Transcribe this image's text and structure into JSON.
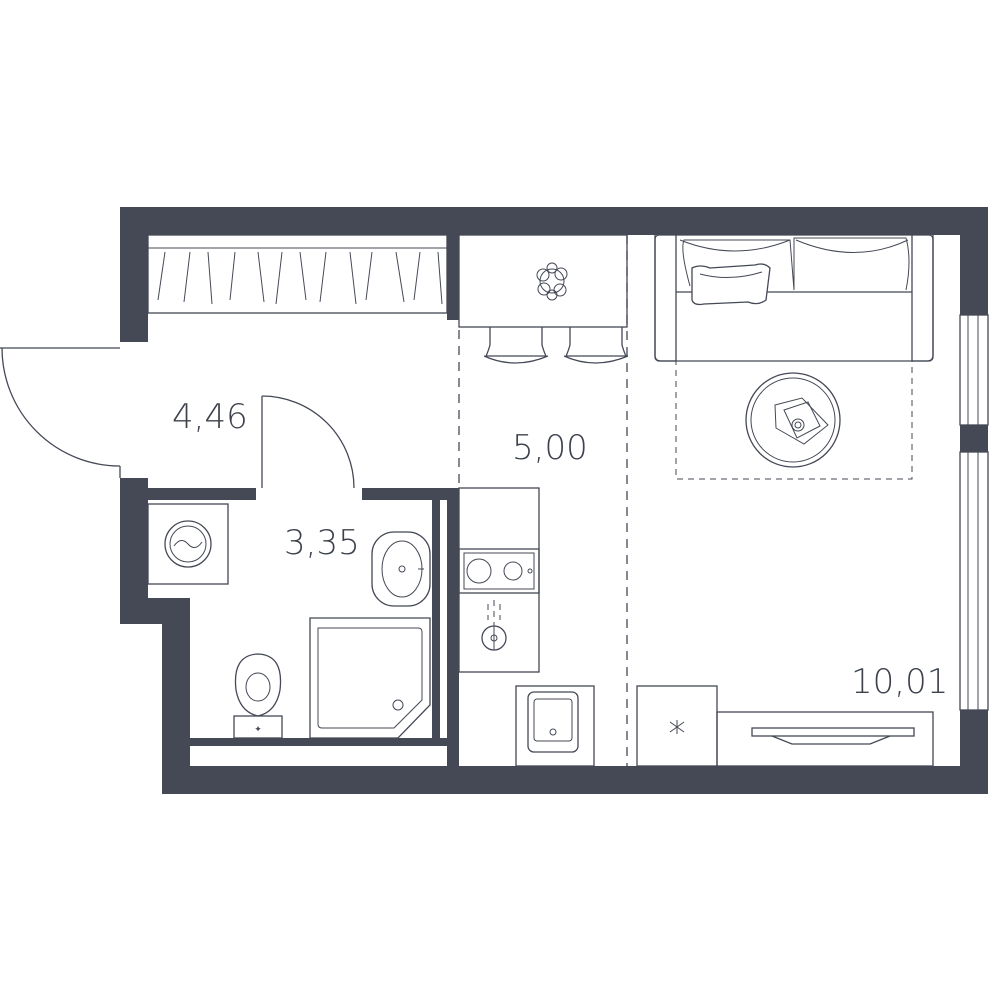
{
  "rooms": [
    {
      "id": "hall",
      "area": "4,46"
    },
    {
      "id": "bathroom",
      "area": "3,35"
    },
    {
      "id": "kitchen",
      "area": "5,00"
    },
    {
      "id": "living",
      "area": "10,01"
    }
  ],
  "colors": {
    "wall": "#444955",
    "background": "#ffffff"
  }
}
